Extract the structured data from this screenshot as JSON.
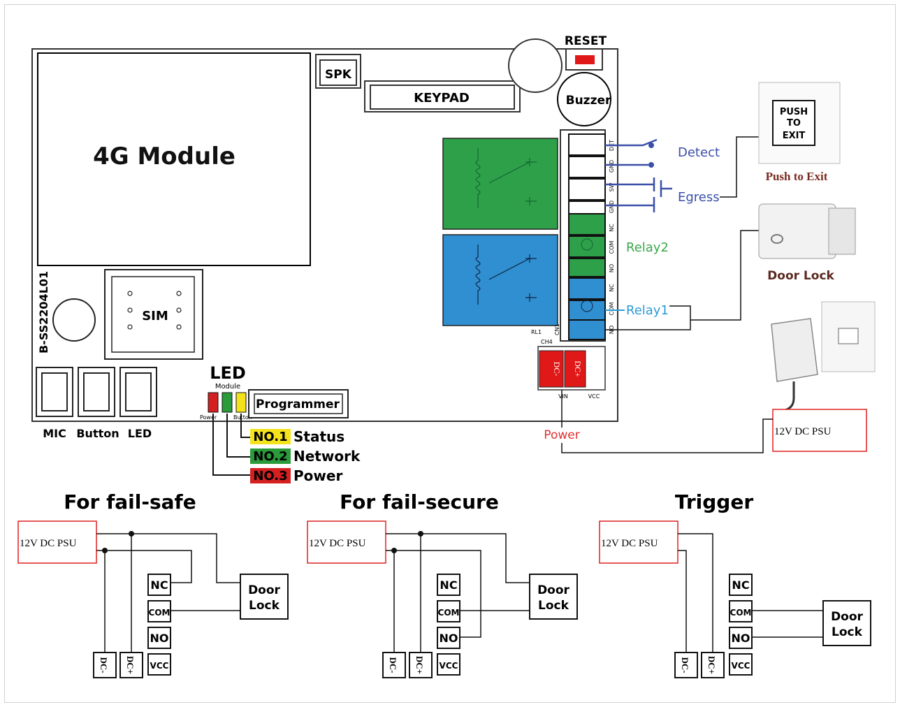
{
  "board": {
    "reset": "RESET",
    "spk": "SPK",
    "keypad": "KEYPAD",
    "buzzer": "Buzzer",
    "module_4g": "4G Module",
    "sim": "SIM",
    "model": "B-SS2204L01",
    "mic": "MIC",
    "button": "Button",
    "led": "LED",
    "led_title": "LED",
    "led_module": "Module",
    "led_power_small": "Power",
    "led_button_small": "Button",
    "programmer": "Programmer",
    "rl1": "RL1",
    "cn1": "CN1",
    "ch4": "CH4",
    "vin": "VIN",
    "vcc": "VCC",
    "dc_minus": "DC-",
    "dc_plus": "DC+",
    "term_det": "DET",
    "term_gnd1": "GND",
    "term_sw": "SW",
    "term_gnd2": "GND",
    "term_nc2": "NC",
    "term_com2": "COM",
    "term_no2": "NO",
    "term_nc1": "NC",
    "term_com1": "COM",
    "term_no1": "NO"
  },
  "legend": [
    {
      "tag": "NO.1",
      "label": "Status",
      "color": "#f4e21a"
    },
    {
      "tag": "NO.2",
      "label": "Network",
      "color": "#2a9a3a"
    },
    {
      "tag": "NO.3",
      "label": "Power",
      "color": "#d42020"
    }
  ],
  "wiring": {
    "detect": "Detect",
    "egress": "Egress",
    "relay2": "Relay2",
    "relay1": "Relay1",
    "power": "Power",
    "push_to_exit": "Push to Exit",
    "push_line1": "PUSH",
    "push_line2": "TO",
    "push_line3": "EXIT",
    "door_lock": "Door Lock",
    "psu": "12V DC PSU"
  },
  "diagrams": [
    {
      "title": "For fail-safe",
      "psu": "12V DC PSU",
      "nc": "NC",
      "com": "COM",
      "no": "NO",
      "vcc": "VCC",
      "dcm": "DC-",
      "dcp": "DC+",
      "lock1": "Door",
      "lock2": "Lock"
    },
    {
      "title": "For fail-secure",
      "psu": "12V DC PSU",
      "nc": "NC",
      "com": "COM",
      "no": "NO",
      "vcc": "VCC",
      "dcm": "DC-",
      "dcp": "DC+",
      "lock1": "Door",
      "lock2": "Lock"
    },
    {
      "title": "Trigger",
      "psu": "12V DC PSU",
      "nc": "NC",
      "com": "COM",
      "no": "NO",
      "vcc": "VCC",
      "dcm": "DC-",
      "dcp": "DC+",
      "lock1": "Door",
      "lock2": "Lock"
    }
  ],
  "colors": {
    "blue_text": "#3a4fa8",
    "green_text": "#3aa84a",
    "cyan_text": "#2a9ad8",
    "red_text": "#e03030",
    "relay_green": "#2fa04a",
    "relay_blue": "#2f8fd0",
    "psu_border": "#e02020"
  }
}
